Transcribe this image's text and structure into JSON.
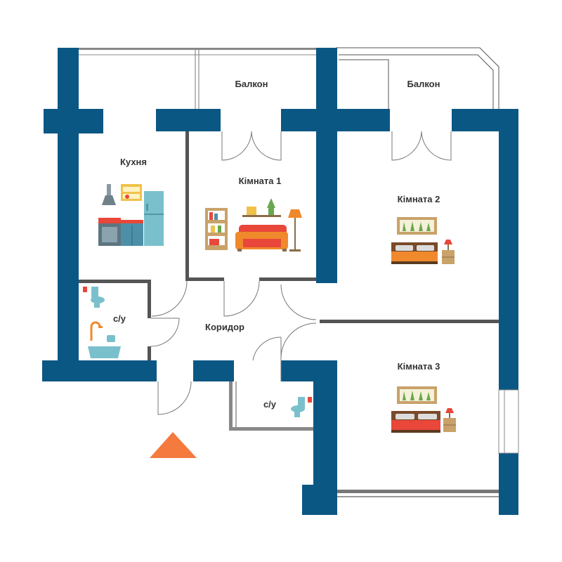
{
  "rooms": {
    "balcony_left": "Балкон",
    "balcony_right": "Балкон",
    "kitchen": "Кухня",
    "room1": "Кімната 1",
    "room2": "Кімната 2",
    "room3": "Кімната 3",
    "bathroom_main": "с/у",
    "bathroom_small": "с/у",
    "corridor": "Коридор"
  },
  "colors": {
    "wall": "#0b5784",
    "entrance_marker": "#f47a3d",
    "sofa": "#e8473a",
    "fridge": "#7ac0cc",
    "lamp": "#f0892c"
  },
  "icons": [
    "range-hood-icon",
    "kitchen-stove-icon",
    "fridge-icon",
    "sofa-icon",
    "bookshelf-icon",
    "floor-lamp-icon",
    "bed-icon",
    "nightstand-icon",
    "painting-icon",
    "toilet-icon",
    "bathtub-icon",
    "entrance-arrow-icon"
  ]
}
